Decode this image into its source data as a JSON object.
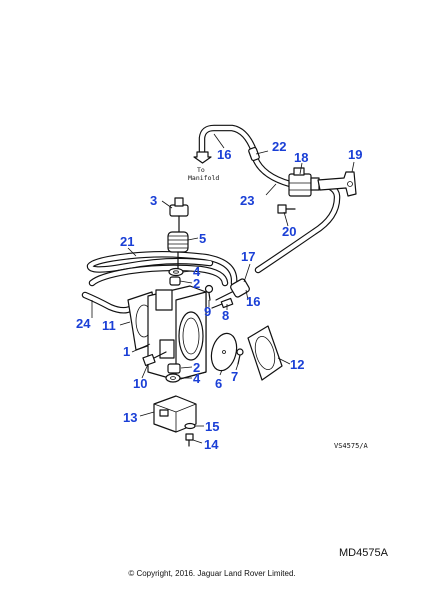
{
  "diagram": {
    "note": [
      "To",
      "Manifold"
    ],
    "drawing_ref": "VS4575/A",
    "callouts": [
      "1",
      "2",
      "2",
      "3",
      "4",
      "4",
      "5",
      "6",
      "7",
      "8",
      "9",
      "10",
      "11",
      "12",
      "13",
      "14",
      "15",
      "16",
      "16",
      "17",
      "18",
      "19",
      "20",
      "21",
      "22",
      "23",
      "24"
    ]
  },
  "footer": {
    "code": "MD4575A",
    "copyright": "© Copyright, 2016. Jaguar Land Rover Limited."
  },
  "colors": {
    "callout": "#1a3fd6",
    "line": "#111111"
  }
}
